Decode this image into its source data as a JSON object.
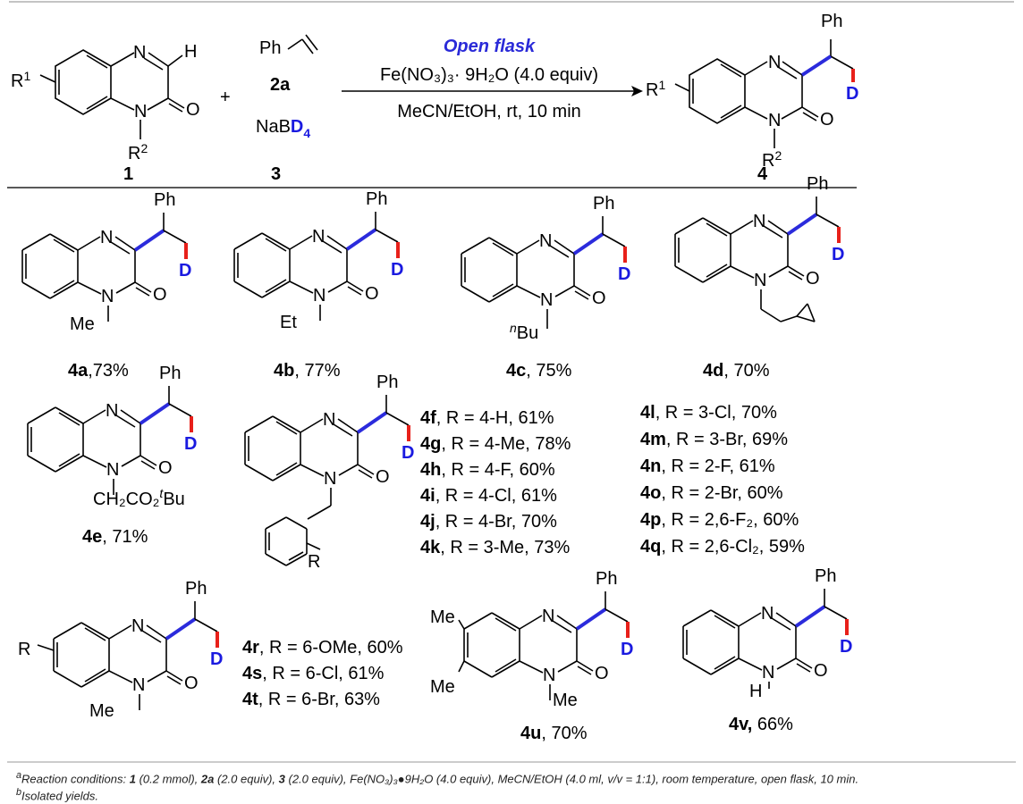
{
  "scheme": {
    "reactants": {
      "sm1": {
        "N_top": "N",
        "H": "H",
        "R1": "R",
        "R1_sup": "1",
        "N_bottom": "N",
        "O": "O",
        "R2": "R",
        "R2_sup": "2",
        "number": "1"
      },
      "styrene": {
        "Ph": "Ph",
        "number": "2a"
      },
      "plus": "+",
      "borodeuteride": {
        "prefix": "NaB",
        "D": "D",
        "sub": "4",
        "number": "3"
      }
    },
    "conditions": {
      "above_1": "Open flask",
      "above_2": "Fe(NO₃)₃· 9H₂O (4.0 equiv)",
      "below": "MeCN/EtOH, rt, 10 min"
    },
    "product": {
      "Ph": "Ph",
      "D": "D",
      "R1": "R",
      "R1_sup": "1",
      "N_top": "N",
      "N_bottom": "N",
      "O": "O",
      "R2": "R",
      "R2_sup": "2",
      "number": "4"
    }
  },
  "compounds": [
    {
      "id": "4a",
      "label": "4a",
      "yield": ",73%",
      "substituent": "Me"
    },
    {
      "id": "4b",
      "label": "4b",
      "yield": ", 77%",
      "substituent": "Et"
    },
    {
      "id": "4c",
      "label": "4c",
      "yield": ", 75%",
      "substituent_sup": "n",
      "substituent": "Bu"
    },
    {
      "id": "4d",
      "label": "4d",
      "yield": ", 70%"
    },
    {
      "id": "4e",
      "label": "4e",
      "yield": ", 71%",
      "substituent": "CH₂CO₂",
      "substituent_sup": "t",
      "substituent_end": "Bu"
    },
    {
      "id": "4r",
      "label": "4r",
      "yield": ", R = 6-OMe, 60%"
    },
    {
      "id": "4u",
      "label": "4u",
      "yield": ", 70%",
      "substituent": "Me",
      "ring_sub": "Me"
    },
    {
      "id": "4v",
      "label": "4v,",
      "yield": " 66%",
      "nh": "H"
    }
  ],
  "benzyl_series": {
    "ring_label": "R",
    "list_1": [
      {
        "label": "4f",
        "text": ", R = 4-H, 61%"
      },
      {
        "label": "4g",
        "text": ", R = 4-Me, 78%"
      },
      {
        "label": "4h",
        "text": ", R = 4-F, 60%"
      },
      {
        "label": "4i",
        "text": ", R = 4-Cl, 61%"
      },
      {
        "label": "4j",
        "text": ", R = 4-Br, 70%"
      },
      {
        "label": "4k",
        "text": ", R = 3-Me, 73%"
      }
    ],
    "list_2": [
      {
        "label": "4l",
        "text": ", R = 3-Cl, 70%"
      },
      {
        "label": "4m",
        "text": ", R = 3-Br, 69%"
      },
      {
        "label": "4n",
        "text": ", R = 2-F, 61%"
      },
      {
        "label": "4o",
        "text": ", R = 2-Br, 60%"
      },
      {
        "label": "4p",
        "text": ", R = 2,6-F₂, 60%"
      },
      {
        "label": "4q",
        "text": ", R = 2,6-Cl₂, 59%"
      }
    ]
  },
  "quinox_series": {
    "ring_label": "R",
    "list": [
      {
        "label": "4r",
        "text": ", R = 6-OMe, 60%"
      },
      {
        "label": "4s",
        "text": ", R = 6-Cl, 61%"
      },
      {
        "label": "4t",
        "text": ", R = 6-Br, 63%"
      }
    ]
  },
  "footnotes": {
    "a_mark": "a",
    "a_text": "Reaction conditions: ",
    "a_1": "1",
    "a_1_text": " (0.2 mmol), ",
    "a_2a": "2a",
    "a_2a_text": " (2.0 equiv), ",
    "a_3": "3",
    "a_3_text": " (2.0 equiv), Fe(NO₃)₃●9H₂O (4.0 equiv), MeCN/EtOH (4.0 ml, v/v = 1:1), room temperature, open flask, 10 min.",
    "b_mark": "b",
    "b_text": "Isolated yields."
  },
  "colors": {
    "blue_bond": "#2b2bdc",
    "red_bond": "#e8201a",
    "deuterium": "#1a1ae0",
    "open_flask": "#2a2ad8",
    "rule": "#555555"
  }
}
